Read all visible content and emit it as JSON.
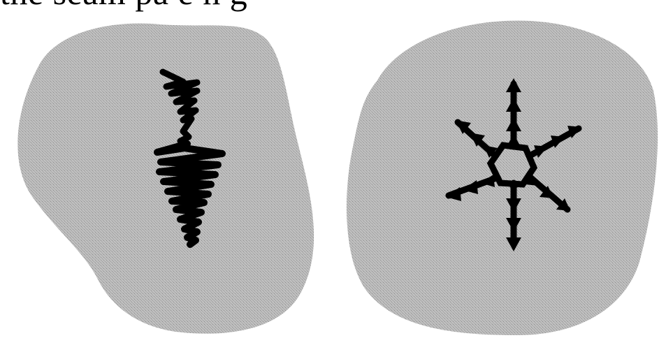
{
  "heading_fragment": "the seam pa   e   n   g",
  "colors": {
    "blob_fill": "#b7b7b7",
    "blob_speckle": "#8e8e8e",
    "mark": "#000000",
    "background": "#ffffff"
  },
  "panels": [
    {
      "id": "left",
      "description_icon": "zigzag-scribble-icon"
    },
    {
      "id": "right",
      "description_icon": "arrow-star-icon",
      "arrow_count": 6
    }
  ]
}
